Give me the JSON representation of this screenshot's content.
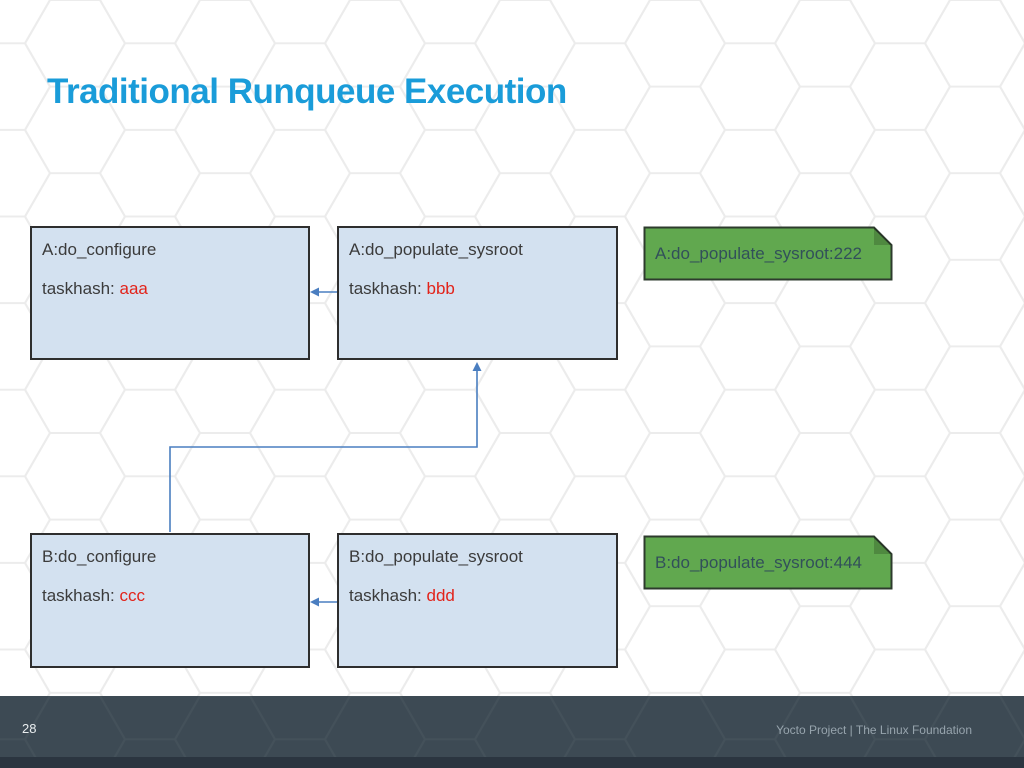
{
  "slide": {
    "title": "Traditional Runqueue Execution",
    "footer": {
      "page_number": "28",
      "brand": "Yocto Project | The Linux Foundation"
    }
  },
  "diagram": {
    "tasks": [
      {
        "name": "A:do_configure",
        "hash_label": "taskhash: ",
        "hash": "aaa"
      },
      {
        "name": "A:do_populate_sysroot",
        "hash_label": "taskhash: ",
        "hash": "bbb"
      },
      {
        "name": "B:do_configure",
        "hash_label": "taskhash: ",
        "hash": "ccc"
      },
      {
        "name": "B:do_populate_sysroot",
        "hash_label": "taskhash: ",
        "hash": "ddd"
      }
    ],
    "notes": [
      {
        "label": "A:do_populate_sysroot:222"
      },
      {
        "label": "B:do_populate_sysroot:444"
      }
    ]
  },
  "colors": {
    "title_blue": "#1a9cd9",
    "task_box_fill": "#d3e1f0",
    "task_box_border": "#2e2e2e",
    "task_text": "#3b3b3b",
    "hash_red": "#e2231a",
    "note_green_fill": "#61a84f",
    "note_border": "#2d3b2d",
    "note_text": "#32505a",
    "arrow_blue": "#4a7ec0",
    "footer_bg": "#3d4a54",
    "footer_strip": "#2b3540",
    "footer_text": "#97a4ad",
    "hex_line_light": "#ececec",
    "hex_line_dark": "#49565f"
  }
}
